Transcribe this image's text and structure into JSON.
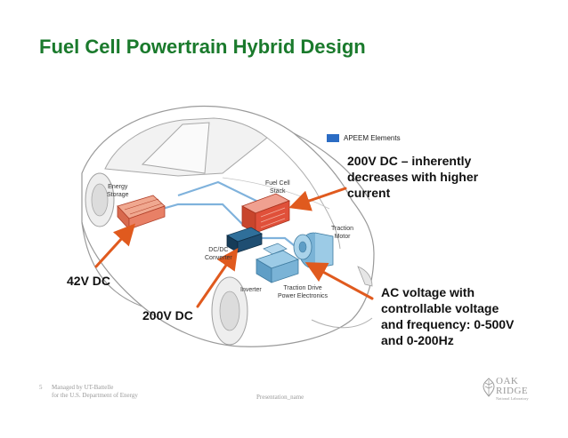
{
  "slide": {
    "title": "Fuel Cell Powertrain Hybrid Design",
    "legend_label": "APEEM Elements",
    "callouts": {
      "top_right": [
        "200V DC – inherently",
        "decreases with higher",
        "current"
      ],
      "left": "42V DC",
      "center": "200V DC",
      "bottom_right": [
        "AC voltage with",
        "controllable voltage",
        "and frequency: 0-500V",
        "and 0-200Hz"
      ]
    },
    "components": {
      "energy_storage": [
        "Energy",
        "Storage"
      ],
      "fuel_cell_stack": [
        "Fuel Cell",
        "Stack"
      ],
      "traction_motor": [
        "Traction",
        "Motor"
      ],
      "dcdc_converter": [
        "DC/DC",
        "Converter"
      ],
      "inverter": "Inverter",
      "traction_drive": [
        "Traction Drive",
        "Power Electronics"
      ]
    },
    "footer": {
      "page_number": "5",
      "managed_by": [
        "Managed by UT-Battelle",
        "for the U.S. Department of Energy"
      ],
      "presentation_name": "Presentation_name"
    },
    "logo": {
      "line1": "OAK",
      "line2": "RIDGE",
      "line3": "National Laboratory"
    },
    "colors": {
      "title": "#1a7a2c",
      "arrow": "#e05a1e",
      "apeem": "#2b6cc4",
      "fuel_cell": "#e0503a"
    }
  }
}
